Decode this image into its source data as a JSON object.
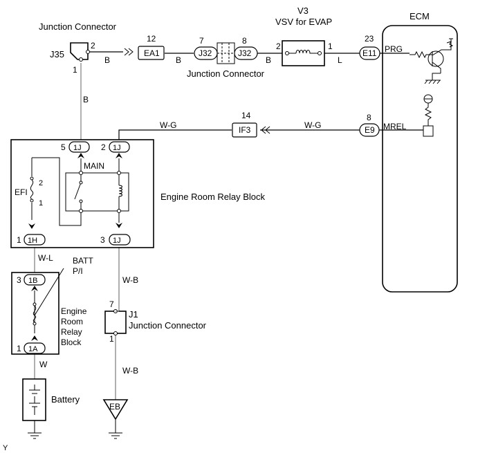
{
  "ecm": {
    "title": "ECM",
    "pins": {
      "prg": "PRG",
      "mrel": "MREL"
    }
  },
  "vsv": {
    "id": "V3",
    "name": "VSV for EVAP",
    "pin_left": "2",
    "pin_right": "1"
  },
  "junction_j35": {
    "id": "J35",
    "label": "Junction Connector",
    "pin_top": "2",
    "pin_bottom": "1"
  },
  "junction_j32": {
    "label": "Junction Connector",
    "left_pin": "7",
    "right_pin": "8",
    "code": "J32"
  },
  "junction_j1": {
    "id": "J1",
    "label": "Junction Connector",
    "pin_top": "7",
    "pin_bottom": "1"
  },
  "connectors": {
    "ea1": {
      "pin": "12",
      "code": "EA1"
    },
    "e11": {
      "pin": "23",
      "code": "E11"
    },
    "if3": {
      "pin": "14",
      "code": "IF3"
    },
    "e9": {
      "pin": "8",
      "code": "E9"
    }
  },
  "relay_block_upper": {
    "label": "Engine Room Relay Block",
    "relay": "MAIN",
    "fuse": "EFI",
    "fuse_pin_top": "2",
    "fuse_pin_bottom": "1",
    "conn_5": {
      "pin": "5",
      "code": "1J"
    },
    "conn_2": {
      "pin": "2",
      "code": "1J"
    },
    "conn_1": {
      "pin": "1",
      "code": "1H"
    },
    "conn_3": {
      "pin": "3",
      "code": "1J"
    }
  },
  "relay_block_lower": {
    "label_lines": [
      "Engine",
      "Room",
      "Relay",
      "Block"
    ],
    "fuse_lines": [
      "BATT",
      "P/I"
    ],
    "conn_top": {
      "pin": "3",
      "code": "1B"
    },
    "conn_bottom": {
      "pin": "1",
      "code": "1A"
    }
  },
  "battery": {
    "label": "Battery"
  },
  "ground": {
    "label": "EB"
  },
  "wire_colors": {
    "j35_to_ea1": "B",
    "ea1_to_j32": "B",
    "j32_to_vsv": "B",
    "vsv_to_ecm": "L",
    "j35_down": "B",
    "relay_to_if3": "W-G",
    "if3_to_ecm": "W-G",
    "relay_to_batt": "W-L",
    "relay_to_j1": "W-B",
    "batt_to_battery": "W",
    "j1_to_ground": "W-B"
  },
  "corner_mark": "Y"
}
